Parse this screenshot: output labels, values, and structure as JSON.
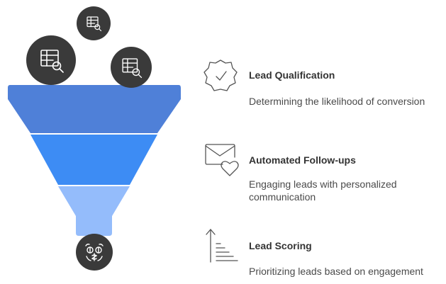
{
  "colors": {
    "funnel_top": "#4f80d8",
    "funnel_middle": "#3d8cf4",
    "funnel_bottom": "#94bcfb",
    "circle": "#3a3a3a",
    "icon_line": "#ffffff",
    "text_title": "#333333",
    "text_desc": "#4a4a4a",
    "outline_icon": "#555555"
  },
  "funnel": {
    "input_icons": [
      "table-search-icon",
      "table-search-icon",
      "table-search-icon"
    ],
    "output_icon": "money-face-icon"
  },
  "items": [
    {
      "title": "Lead Qualification",
      "description": "Determining the likelihood of conversion",
      "icon": "badge-check-icon"
    },
    {
      "title": "Automated Follow-ups",
      "description": "Engaging leads with personalized communication",
      "icon": "mail-heart-icon"
    },
    {
      "title": "Lead Scoring",
      "description": "Prioritizing leads based on engagement",
      "icon": "arrow-up-bars-icon"
    }
  ]
}
